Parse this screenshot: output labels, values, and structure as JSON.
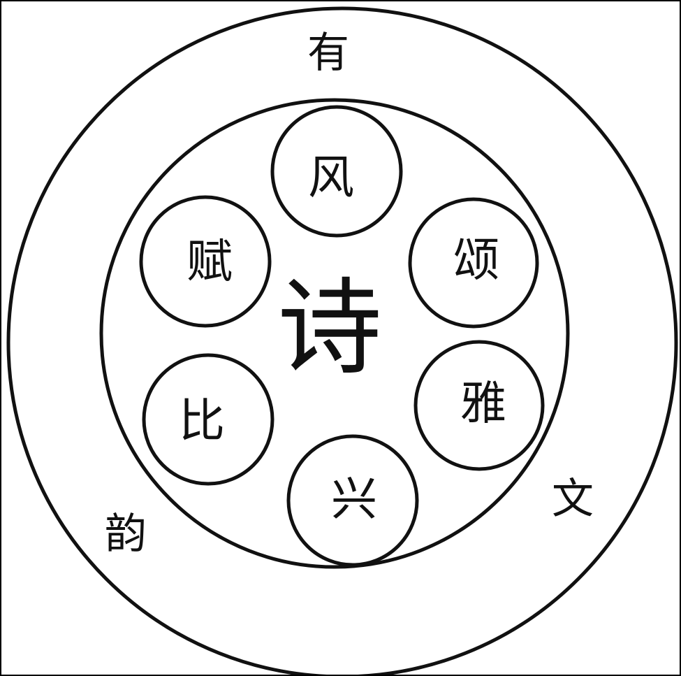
{
  "diagram": {
    "center_label": "诗",
    "outer_labels": {
      "top": "有",
      "right": "文",
      "left": "韵"
    },
    "six_elements": [
      "风",
      "颂",
      "雅",
      "兴",
      "比",
      "赋"
    ],
    "colors": {
      "stroke": "#111111",
      "background": "#ffffff"
    }
  }
}
